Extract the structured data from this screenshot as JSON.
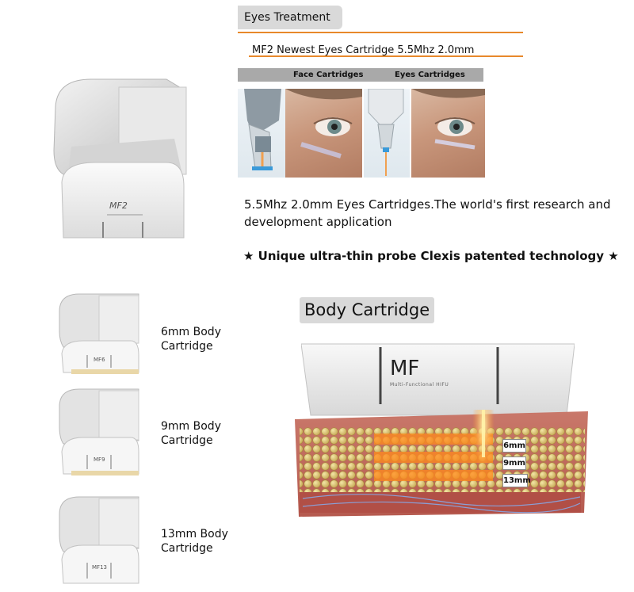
{
  "eyes": {
    "section_title": "Eyes Treatment",
    "product_line": "MF2 Newest Eyes Cartridge 5.5Mhz 2.0mm",
    "face_label": "Face Cartridges",
    "eyes_label": "Eyes Cartridges",
    "description": "5.5Mhz 2.0mm Eyes Cartridges.The world's first research and development application",
    "patent": "★ Unique ultra-thin probe Clexis patented technology ★"
  },
  "big_cartridge": {
    "model": "MF2"
  },
  "body": {
    "section_title": "Body Cartridge",
    "cartridges": [
      {
        "line1": "6mm Body",
        "line2": "Cartridge"
      },
      {
        "line1": "9mm Body",
        "line2": "Cartridge"
      },
      {
        "line1": "13mm Body",
        "line2": "Cartridge"
      }
    ],
    "device": {
      "brand": "MF",
      "subtitle": "Multi-Functional HIFU"
    },
    "depths": [
      "6mm",
      "9mm",
      "13mm"
    ]
  },
  "colors": {
    "orange_line": "#e8892b",
    "tag_gray": "#d9d9d9",
    "bar_gray": "#a9a9a9"
  }
}
